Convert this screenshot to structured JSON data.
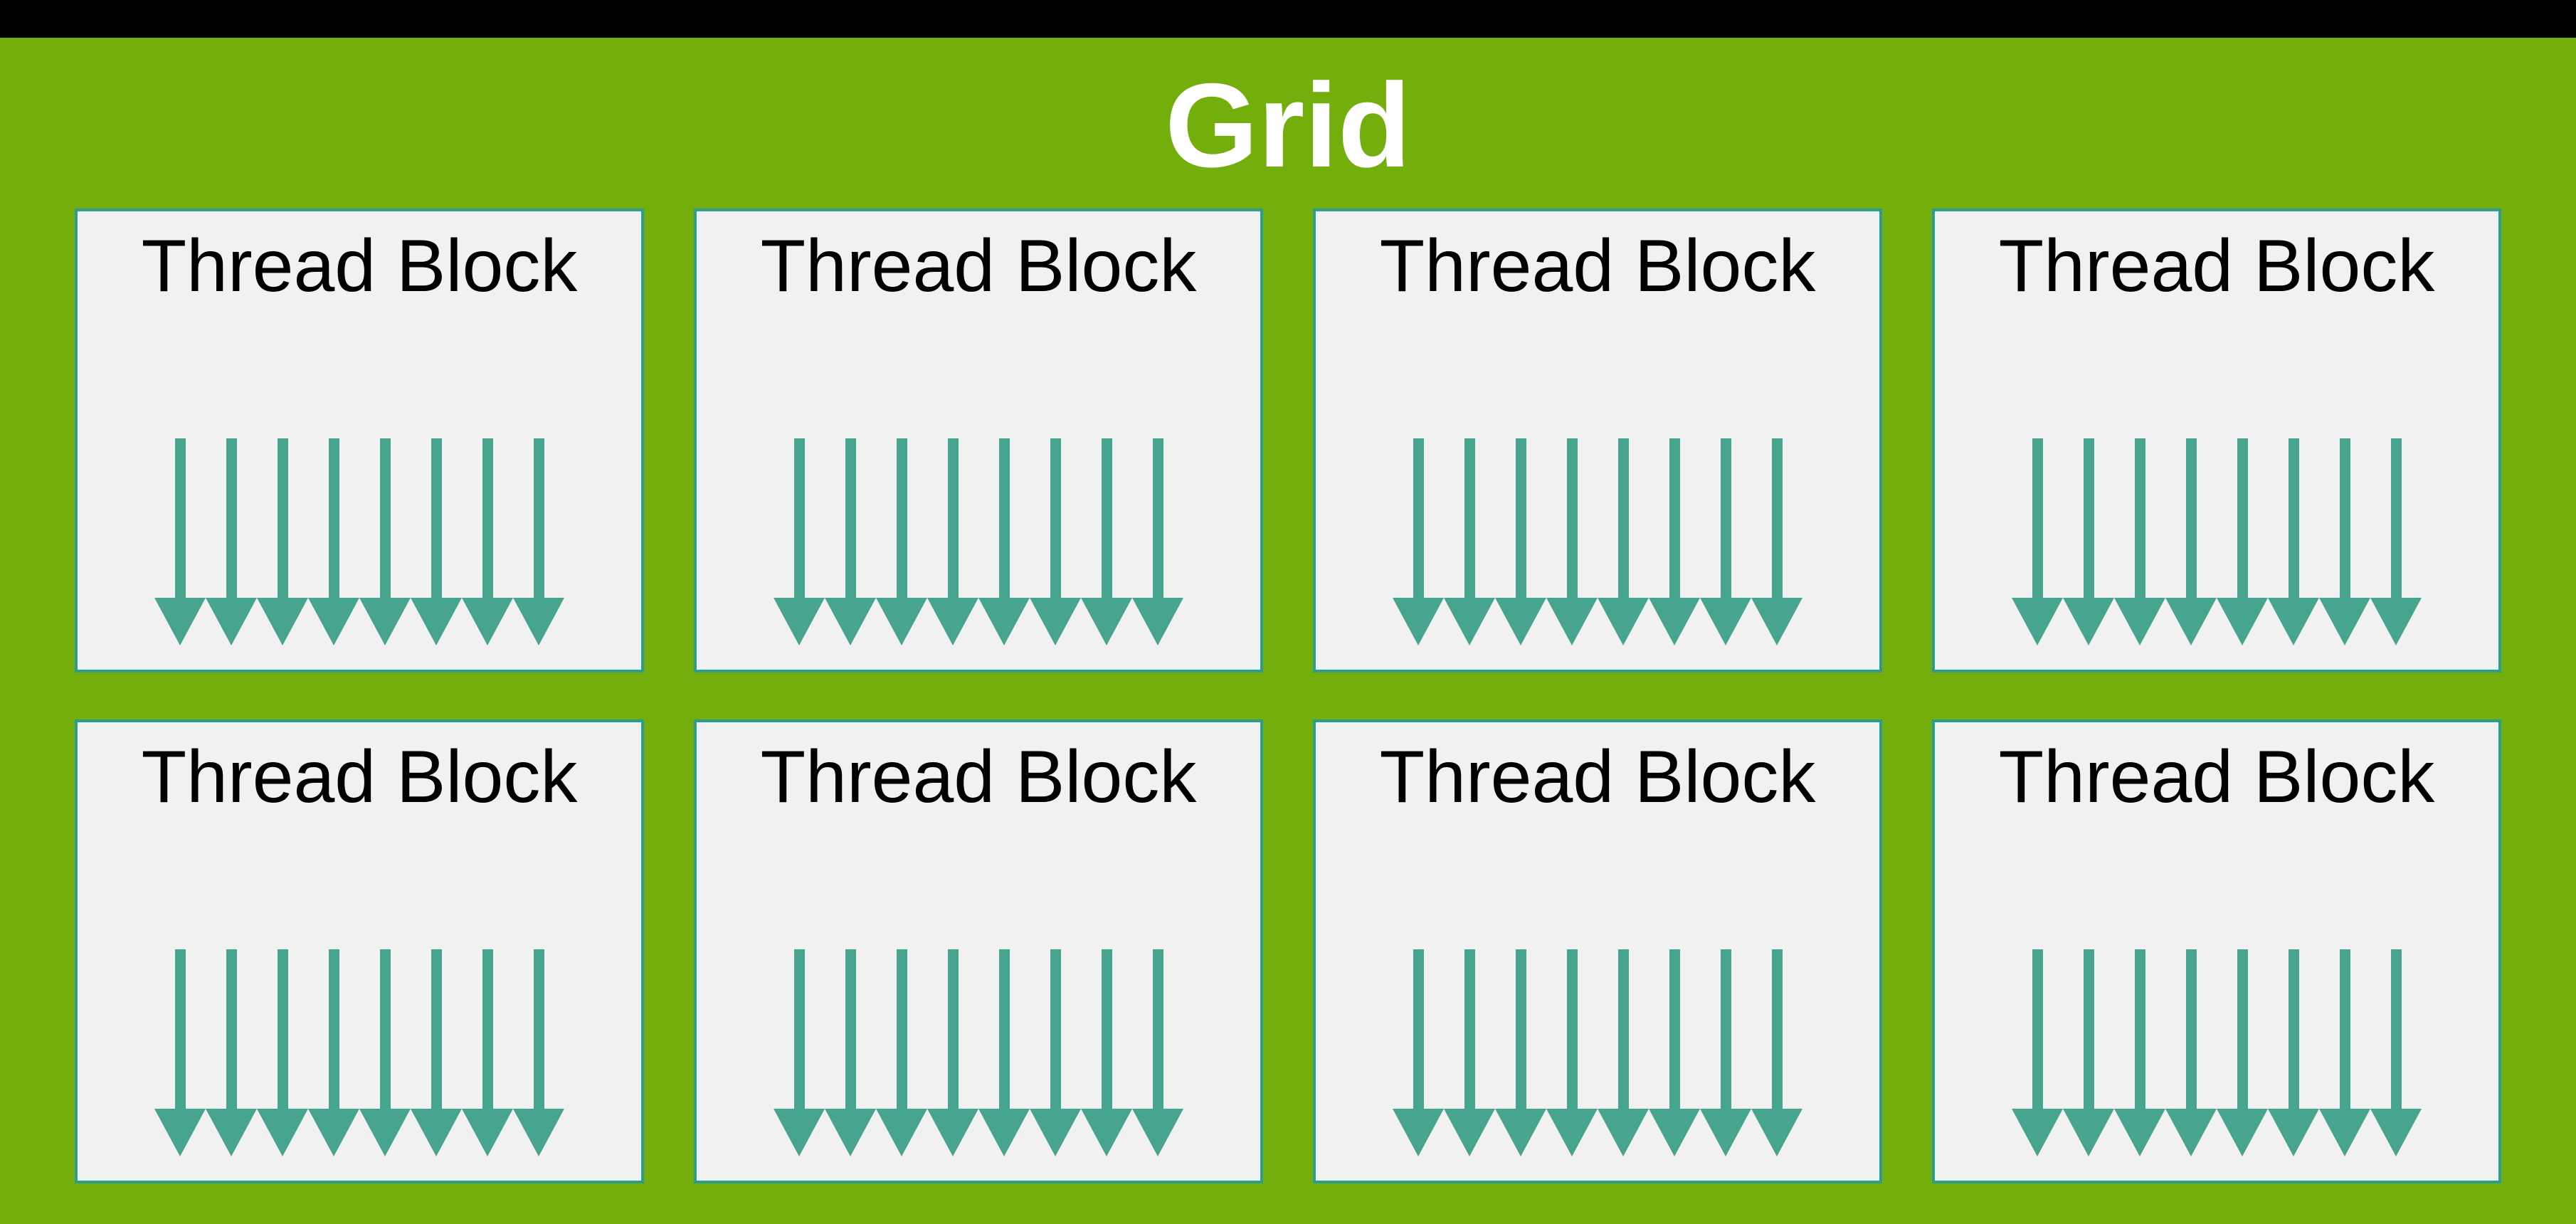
{
  "header": {
    "title": "Grid"
  },
  "grid": {
    "rows": 2,
    "cols": 4,
    "blocks": [
      {
        "label": "Thread Block",
        "threads": 8
      },
      {
        "label": "Thread Block",
        "threads": 8
      },
      {
        "label": "Thread Block",
        "threads": 8
      },
      {
        "label": "Thread Block",
        "threads": 8
      },
      {
        "label": "Thread Block",
        "threads": 8
      },
      {
        "label": "Thread Block",
        "threads": 8
      },
      {
        "label": "Thread Block",
        "threads": 8
      },
      {
        "label": "Thread Block",
        "threads": 8
      }
    ]
  },
  "colors": {
    "background_green": "#74AE0C",
    "top_bar": "#000000",
    "block_fill": "#F1F1F1",
    "block_border": "#2A9D8F",
    "arrow": "#47A48E",
    "title_text": "#FFFFFF",
    "block_text": "#000000"
  }
}
